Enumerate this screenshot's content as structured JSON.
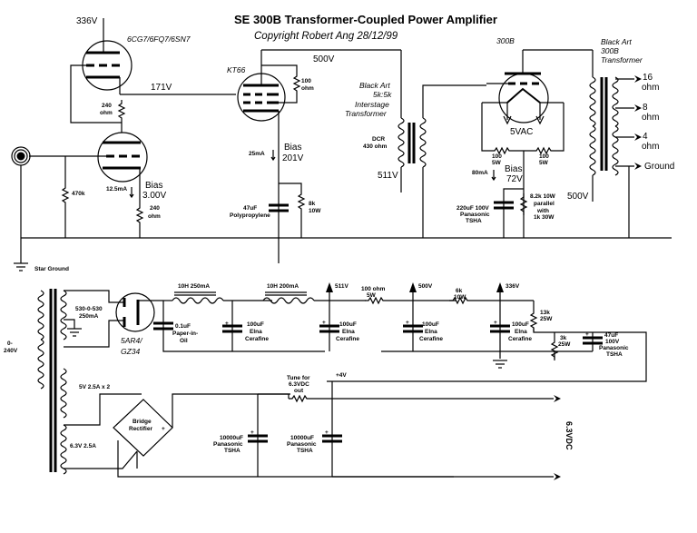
{
  "title": "SE 300B Transformer-Coupled Power Amplifier",
  "subtitle": "Copyright Robert Ang 28/12/99",
  "colors": {
    "ink": "#000000",
    "background": "#ffffff"
  },
  "amplifier": {
    "input": {
      "label": "input-jack",
      "grid_resistor": "470k"
    },
    "driver_tube": {
      "type": "6CG7/6FQ7/6SN7",
      "supply": "336V",
      "mid_node": "171V",
      "anode_resistor": [
        "240",
        "ohm"
      ],
      "bias_current": "12.5mA",
      "bias_label": "Bias",
      "bias_voltage": "3.00V",
      "cathode_resistor": [
        "240",
        "ohm"
      ]
    },
    "kt66": {
      "type": "KT66",
      "supply": "500V",
      "screen_resistor": [
        "100",
        "ohm"
      ],
      "current": "25mA",
      "bias_label": "Bias",
      "bias_voltage": "201V",
      "capacitor": [
        "47uF",
        "Polypropylene"
      ],
      "resistor": [
        "8k",
        "10W"
      ]
    },
    "interstage": {
      "name": [
        "Black Art",
        "5k:5k",
        "Interstage",
        "Transformer"
      ],
      "dcr": [
        "DCR",
        "430 ohm"
      ],
      "voltage": "511V"
    },
    "output_tube": {
      "type": "300B",
      "filament": "5VAC",
      "hum_resistors": [
        [
          "100",
          "5W"
        ],
        [
          "100",
          "5W"
        ]
      ],
      "current": "80mA",
      "bias_label": "Bias",
      "bias_voltage": "72V",
      "capacitor": [
        "220uF 100V",
        "Panasonic",
        "TSHA"
      ],
      "resistor": [
        "8.2k 10W",
        "parallel",
        "with",
        "1k 30W"
      ]
    },
    "output_transformer": {
      "name": [
        "Black Art",
        "300B",
        "Transformer"
      ],
      "supply": "500V",
      "taps": [
        {
          "value": "16",
          "unit": "ohm"
        },
        {
          "value": "8",
          "unit": "ohm"
        },
        {
          "value": "4",
          "unit": "ohm"
        }
      ],
      "ground": "Ground"
    },
    "star_ground": "Star Ground"
  },
  "power_supply": {
    "mains": [
      "0-",
      "240V"
    ],
    "ht_winding": [
      "530-0-530",
      "250mA"
    ],
    "rectifier": [
      "5AR4/",
      "GZ34"
    ],
    "cap_input": [
      "0.1uF",
      "Paper-in-",
      "Oil"
    ],
    "choke1": "10H 250mA",
    "choke2": "10H 200mA",
    "caps": [
      [
        "100uF",
        "Elna",
        "Cerafine"
      ],
      [
        "100uF",
        "Elna",
        "Cerafine"
      ],
      [
        "100uF",
        "Elna",
        "Cerafine"
      ],
      [
        "100uF",
        "Elna",
        "Cerafine"
      ]
    ],
    "nodes": [
      "511V",
      "500V",
      "336V"
    ],
    "r1": [
      "100 ohm",
      "5W"
    ],
    "r2": [
      "6k",
      "10W"
    ],
    "r3": [
      "13k",
      "25W"
    ],
    "r4": [
      "3k",
      "25W"
    ],
    "cap_bias": [
      "47uF",
      "100V",
      "Panasonic",
      "TSHA"
    ],
    "heater_winding1": "5V 2.5A x 2",
    "heater_winding2": "6.3V 2.5A",
    "bridge": [
      "Bridge",
      "Rectifier"
    ],
    "bridge_plus": "+",
    "heater_caps": [
      [
        "10000uF",
        "Panasonic",
        "TSHA"
      ],
      [
        "10000uF",
        "Panasonic",
        "TSHA"
      ]
    ],
    "tune_resistor": [
      "Tune for",
      "6.3VDC",
      "out"
    ],
    "node_b": "+4V",
    "dc_out": "6.3VDC"
  }
}
